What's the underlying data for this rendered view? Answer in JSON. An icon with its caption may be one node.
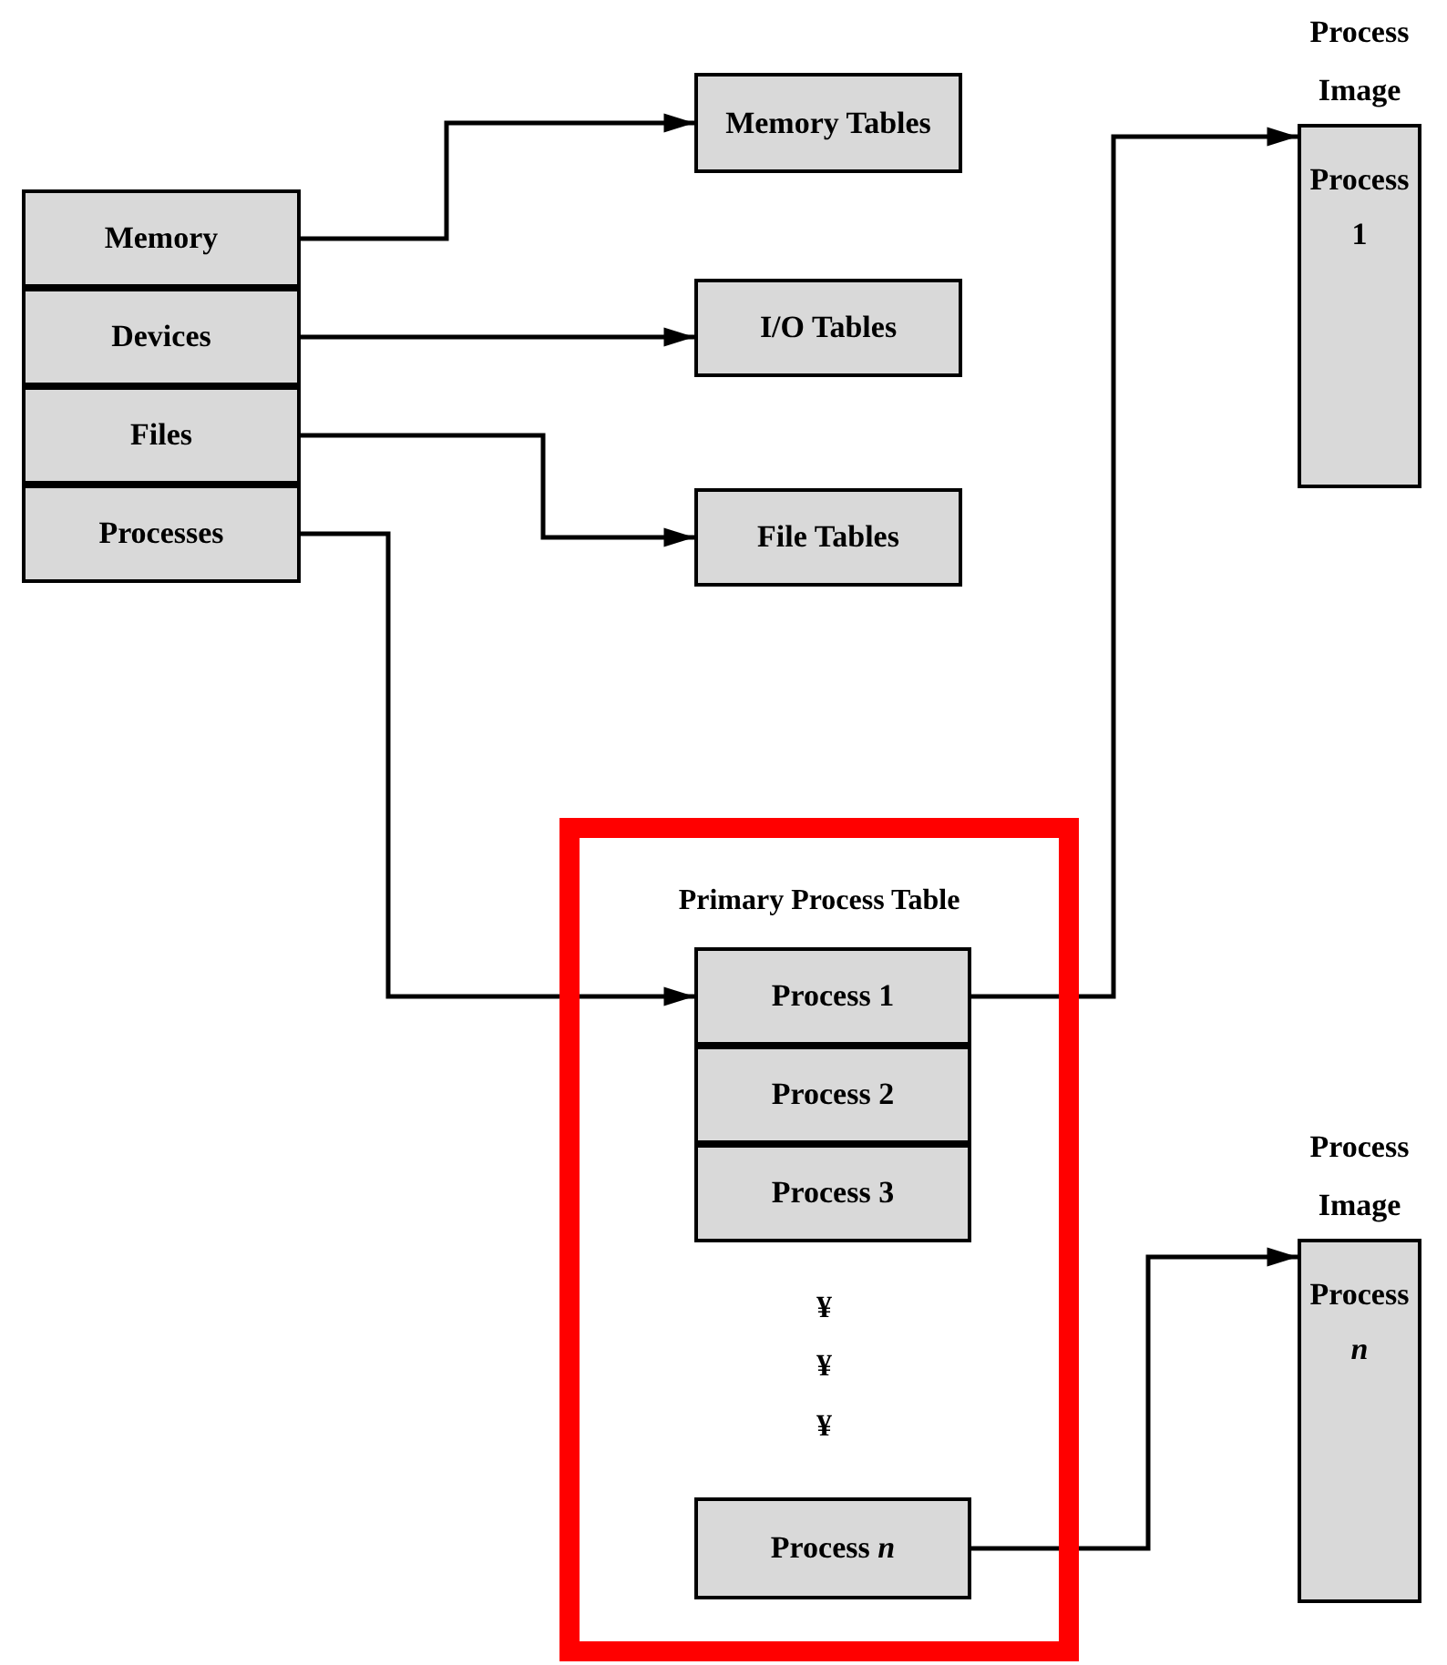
{
  "diagram": {
    "nodes": [
      {
        "text": [
          "Memory"
        ]
      },
      {
        "text": [
          "Devices"
        ]
      },
      {
        "text": [
          "Files"
        ]
      },
      {
        "text": [
          "Processes"
        ]
      },
      {
        "text": [
          "Memory Tables"
        ]
      },
      {
        "text": [
          "I/O Tables"
        ]
      },
      {
        "text": [
          "File Tables"
        ]
      },
      {
        "text": [
          "Primary Process Table"
        ]
      },
      {
        "text": [
          "Process 1"
        ],
        "in": 7
      },
      {
        "text": [
          "Process 2"
        ],
        "in": 7
      },
      {
        "text": [
          "Process 3"
        ],
        "in": 7
      },
      {
        "text": [
          "Process *n*"
        ],
        "in": 7
      },
      {
        "text": [
          "Process Image",
          "Process 1"
        ]
      },
      {
        "text": [
          "Process Image",
          "Process *n*"
        ]
      }
    ],
    "edges": [
      {
        "from": 0,
        "to": 4,
        "arrow": "to"
      },
      {
        "from": 1,
        "to": 5,
        "arrow": "to"
      },
      {
        "from": 2,
        "to": 6,
        "arrow": "to"
      },
      {
        "from": 3,
        "to": 8,
        "arrow": "to"
      },
      {
        "from": 8,
        "to": 12,
        "arrow": "to"
      },
      {
        "from": 11,
        "to": 13,
        "arrow": "to"
      }
    ],
    "labels": [
      "¥",
      "¥",
      "¥"
    ]
  }
}
